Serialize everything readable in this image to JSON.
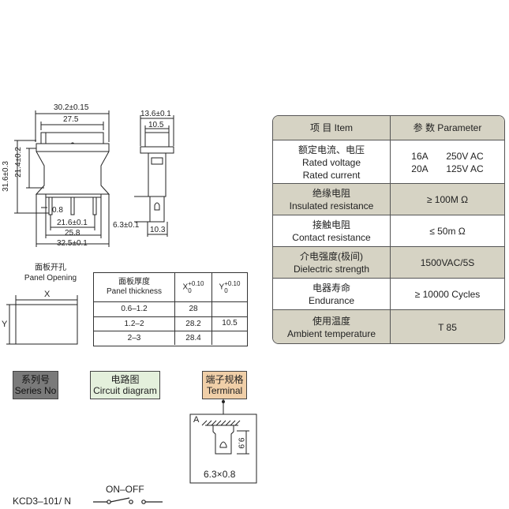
{
  "dims": {
    "top_width": "30.2±0.15",
    "top_inner": "27.5",
    "height_outer": "31.6±0.3",
    "height_inner": "21.4±0.2",
    "pin_thick": "0.8",
    "pin_span": "21.6±0.1",
    "base_width": "25.8",
    "overall_width": "32.5±0.1",
    "side_width": "13.6±0.1",
    "side_inner": "10.5",
    "side_pin": "6.3±0.1",
    "side_base": "10.3"
  },
  "panel": {
    "title_cn": "面板开孔",
    "title_en": "Panel Opening",
    "x_label": "X",
    "y_label": "Y",
    "table": {
      "head_cn": "面板厚度",
      "head_en": "Panel thickness",
      "head_x": "X+0.10 0",
      "head_x_main": "X",
      "head_x_sup": "+0.10",
      "head_x_sub": "0",
      "head_y_main": "Y",
      "head_y_sup": "+0.10",
      "head_y_sub": "0",
      "rows": [
        {
          "t": "0.6–1.2",
          "x": "28"
        },
        {
          "t": "1.2–2",
          "x": "28.2"
        },
        {
          "t": "2–3",
          "x": "28.4"
        }
      ],
      "y_value": "10.5"
    }
  },
  "params": {
    "header": {
      "item": "项 目   Item",
      "param": "参 数   Parameter"
    },
    "rows": [
      {
        "cn": "额定电流、电压",
        "en1": "Rated voltage",
        "en2": "Rated current",
        "v1": "16A       250V AC",
        "v2": "20A       125V AC"
      },
      {
        "cn": "绝缘电阻",
        "en1": "Insulated resistance",
        "v1": "≥ 100M Ω"
      },
      {
        "cn": "接触电阻",
        "en1": "Contact resistance",
        "v1": "≤ 50m Ω"
      },
      {
        "cn": "介电强度(极间)",
        "en1": "Dielectric strength",
        "v1": "1500VAC/5S"
      },
      {
        "cn": "电器寿命",
        "en1": "Endurance",
        "v1": "≥ 10000 Cycles"
      },
      {
        "cn": "使用温度",
        "en1": "Ambient temperature",
        "v1": "T 85"
      }
    ]
  },
  "legend": {
    "series_cn": "系列号",
    "series_en": "Series No",
    "circuit_cn": "电路图",
    "circuit_en": "Circuit diagram",
    "terminal_cn": "端子规格",
    "terminal_en": "Terminal"
  },
  "terminal": {
    "label_a": "A",
    "dim_h": "9.9",
    "size": "6.3×0.8"
  },
  "model": {
    "code": "KCD3–101/ N",
    "switch": "ON–OFF"
  },
  "colors": {
    "shade": "#d6d3c4",
    "series_bg": "#7a7a7a",
    "circuit_bg": "#e4f0dc",
    "terminal_bg": "#f0cfa8"
  }
}
